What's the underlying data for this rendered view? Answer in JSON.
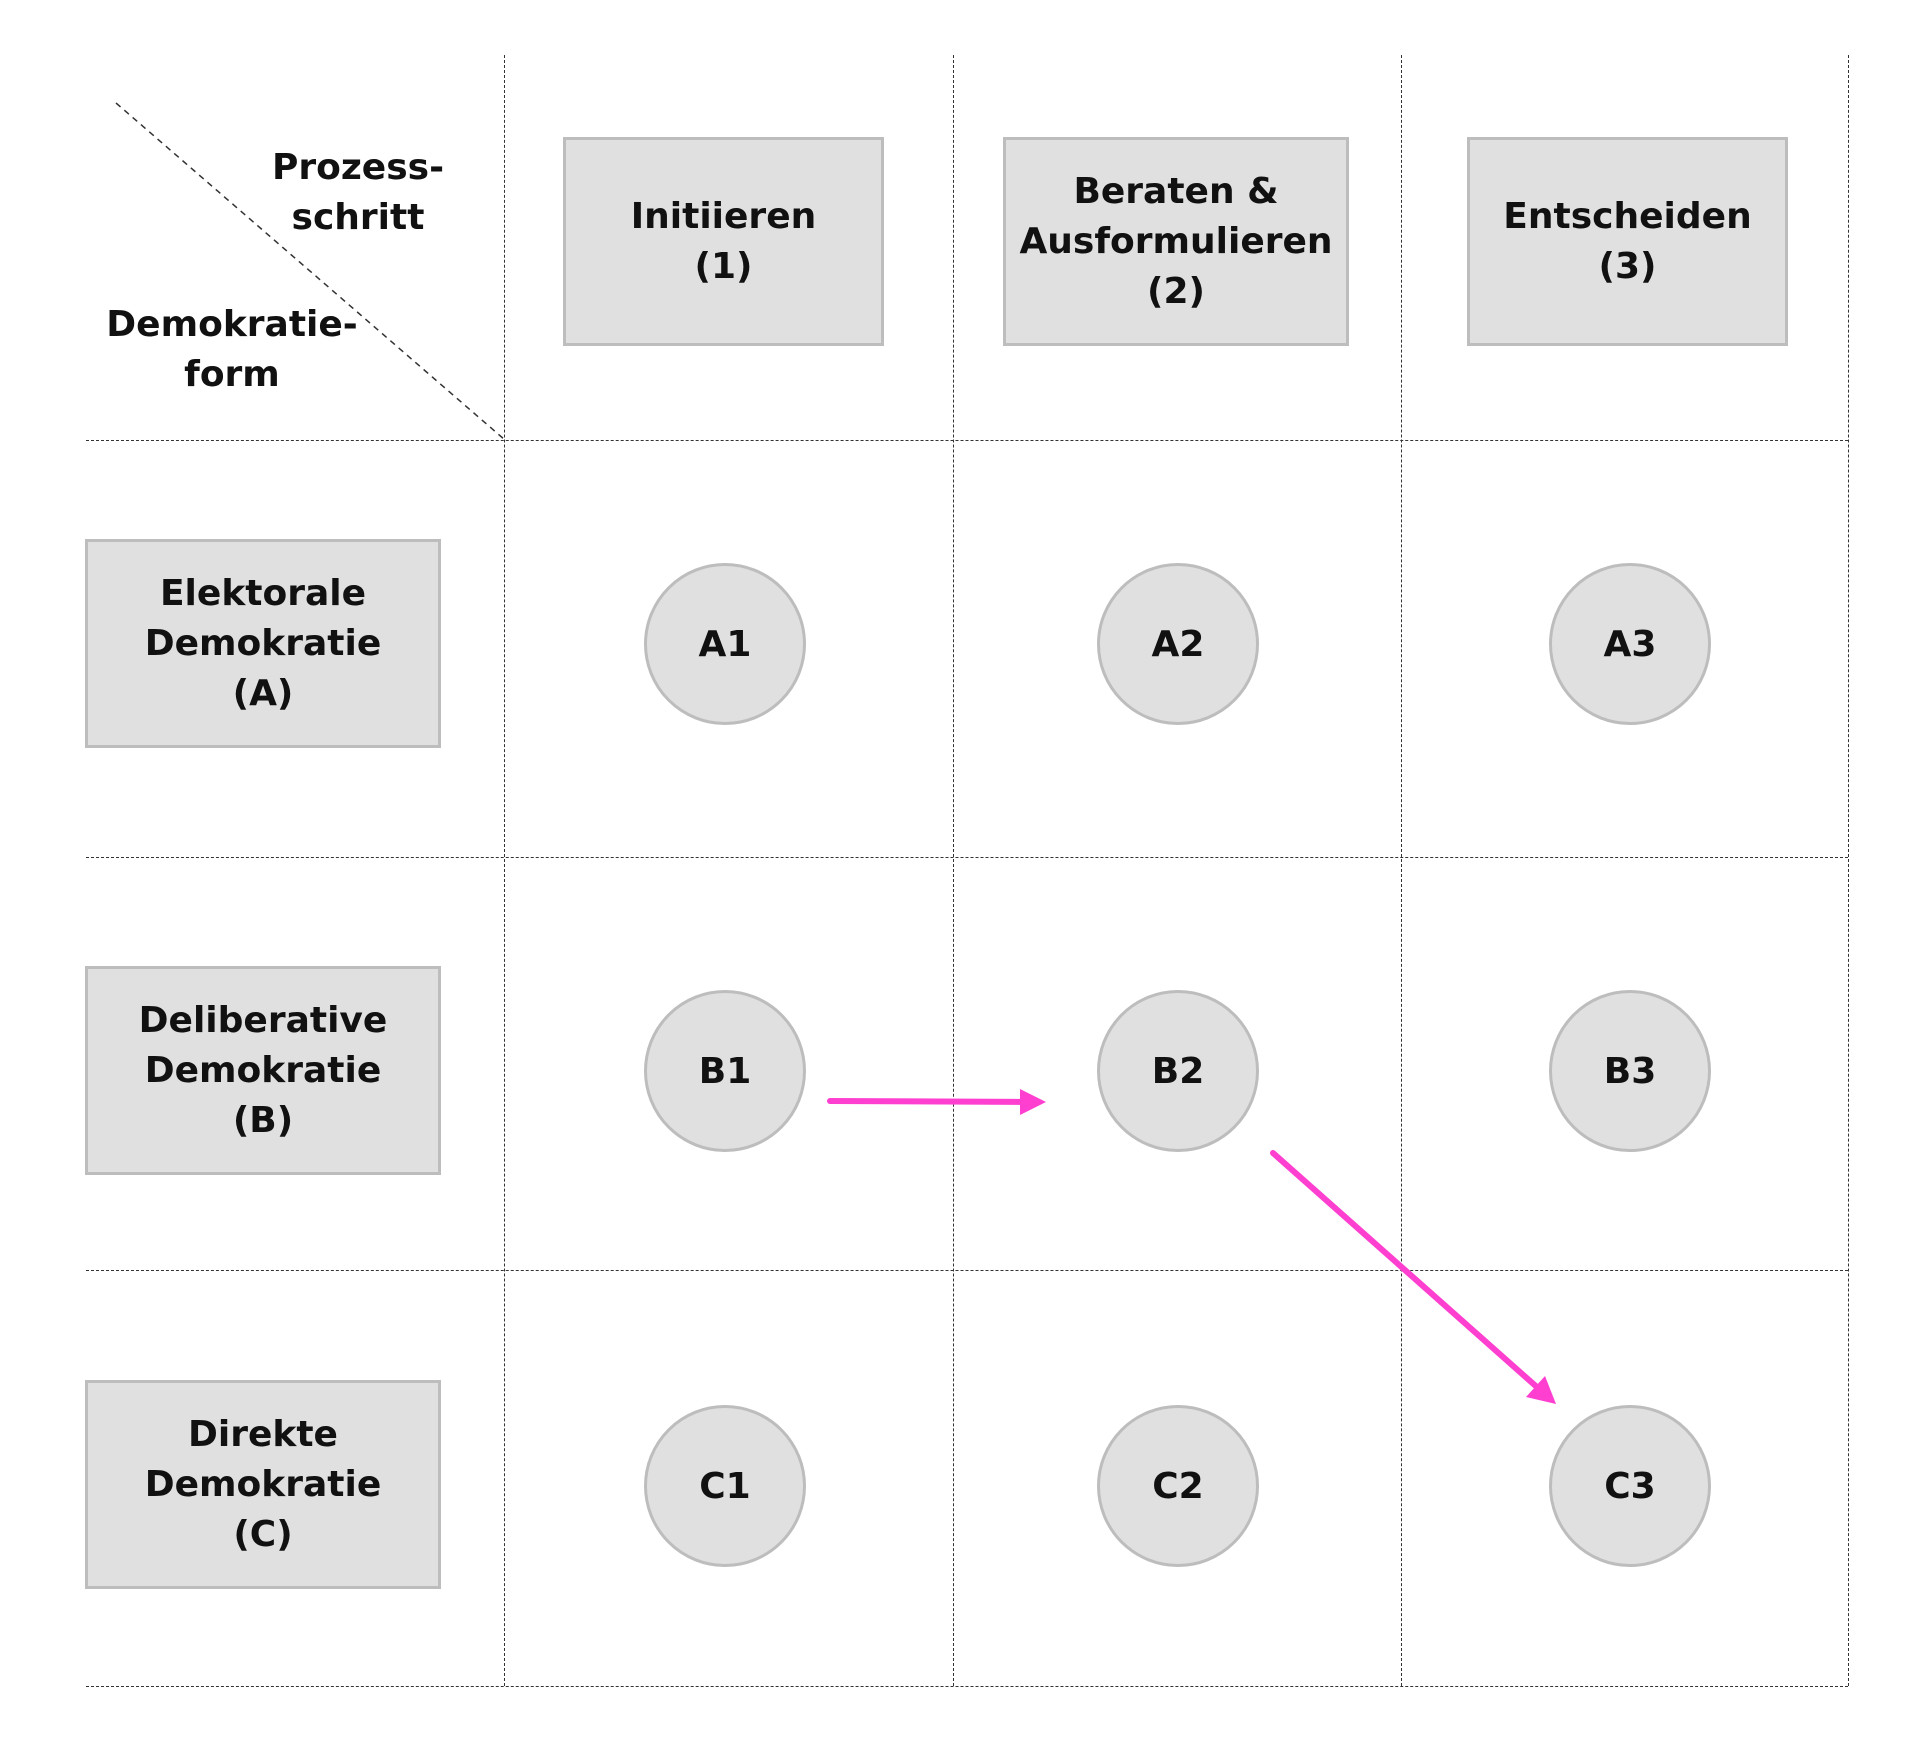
{
  "corner": {
    "top_right_label": "Prozess-\nschritt",
    "bottom_left_label": "Demokratie-\nform"
  },
  "columns": [
    {
      "label": "Initiieren\n(1)"
    },
    {
      "label": "Beraten &\nAusformulieren\n(2)"
    },
    {
      "label": "Entscheiden\n(3)"
    }
  ],
  "rows": [
    {
      "label": "Elektorale\nDemokratie\n(A)"
    },
    {
      "label": "Deliberative\nDemokratie\n(B)"
    },
    {
      "label": "Direkte\nDemokratie\n(C)"
    }
  ],
  "nodes": [
    [
      "A1",
      "A2",
      "A3"
    ],
    [
      "B1",
      "B2",
      "B3"
    ],
    [
      "C1",
      "C2",
      "C3"
    ]
  ],
  "arrows": [
    {
      "from": "B1",
      "to": "B2",
      "color": "#ff3fd0"
    },
    {
      "from": "B2",
      "to": "C3",
      "color": "#ff3fd0"
    }
  ],
  "colors": {
    "box_fill": "#e0e0e0",
    "box_border": "#bdbdbd",
    "grid_line": "#333333",
    "arrow": "#ff3fd0"
  }
}
